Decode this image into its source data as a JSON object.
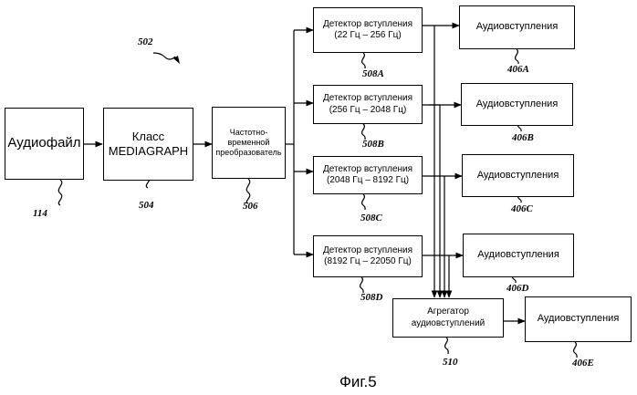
{
  "figure": {
    "caption": "Фиг.5",
    "ref_overall": "502"
  },
  "boxes": {
    "audio_file": {
      "label": "Аудиофайл",
      "ref": "114"
    },
    "mediagraph": {
      "label": "Класс\nMEDIAGRAPH",
      "ref": "504"
    },
    "transformer": {
      "label": "Частотно-\nвременной\nпреобразователь",
      "ref": "506"
    },
    "detector_a": {
      "label": "Детектор вступления\n(22 Гц – 256 Гц)",
      "ref": "508A"
    },
    "detector_b": {
      "label": "Детектор вступления\n(256 Гц – 2048 Гц)",
      "ref": "508B"
    },
    "detector_c": {
      "label": "Детектор вступления\n(2048 Гц – 8192 Гц)",
      "ref": "508C"
    },
    "detector_d": {
      "label": "Детектор вступления\n(8192 Гц – 22050 Гц)",
      "ref": "508D"
    },
    "onsets_a": {
      "label": "Аудиовступления",
      "ref": "406A"
    },
    "onsets_b": {
      "label": "Аудиовступления",
      "ref": "406B"
    },
    "onsets_c": {
      "label": "Аудиовступления",
      "ref": "406C"
    },
    "onsets_d": {
      "label": "Аудиовступления",
      "ref": "406D"
    },
    "aggregator": {
      "label": "Агрегатор\nаудиовступлений",
      "ref": "510"
    },
    "onsets_e": {
      "label": "Аудиовступления",
      "ref": "406E"
    }
  }
}
